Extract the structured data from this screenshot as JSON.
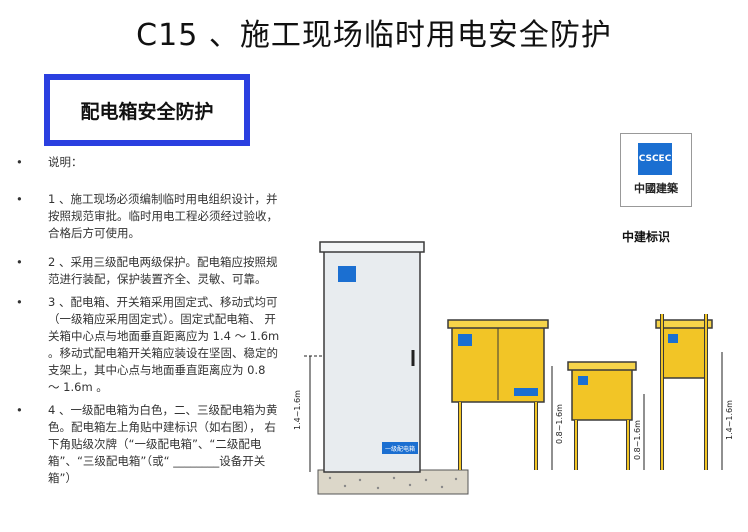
{
  "page": {
    "title": "C15 、施工现场临时用电安全防护",
    "section_badge": "配电箱安全防护"
  },
  "notes": [
    {
      "bullet": "•",
      "text": "说明："
    },
    {
      "bullet": "•",
      "text": "1 、施工现场必须编制临时用电组织设计，并按照规范审批。临时用电工程必须经过验收，合格后方可使用。"
    },
    {
      "bullet": "•",
      "text": "2 、采用三级配电两级保护。配电箱应按照规范进行装配，保护装置齐全、灵敏、可靠。"
    },
    {
      "bullet": "•",
      "text": "3 、配电箱、开关箱采用固定式、移动式均可（一级箱应采用固定式）。固定式配电箱、 开关箱中心点与地面垂直距离应为 1.4 ～ 1.6m 。移动式配电箱开关箱应装设在坚固、稳定的支架上，其中心点与地面垂直距离应为 0.8 ～ 1.6m 。"
    },
    {
      "bullet": "•",
      "text": "4 、一级配电箱为白色，二、三级配电箱为黄色。配电箱左上角贴中建标识（如右图）， 右下角贴级次牌（“一级配电箱”、“二级配电箱”、“三级配电箱”（或“ ________设备开关箱”）"
    }
  ],
  "logo": {
    "mark_text": "CSCEC",
    "card_text": "中國建築",
    "caption": "中建标识"
  },
  "illustration": {
    "level_plate_text": "一级配电箱",
    "dim_label_fixed": "1.4~1.6m",
    "dim_label_mobile": "0.8~1.6m",
    "dim_label_mobile_2": "0.8~1.6m",
    "dim_label_stand": "1.4~1.6m",
    "colors": {
      "primary_box": "#e8ecef",
      "secondary_box": "#f2c526",
      "outline": "#3a3a3a",
      "badge_border": "#2a3fe0",
      "logo_blue": "#1b6fd1"
    }
  }
}
